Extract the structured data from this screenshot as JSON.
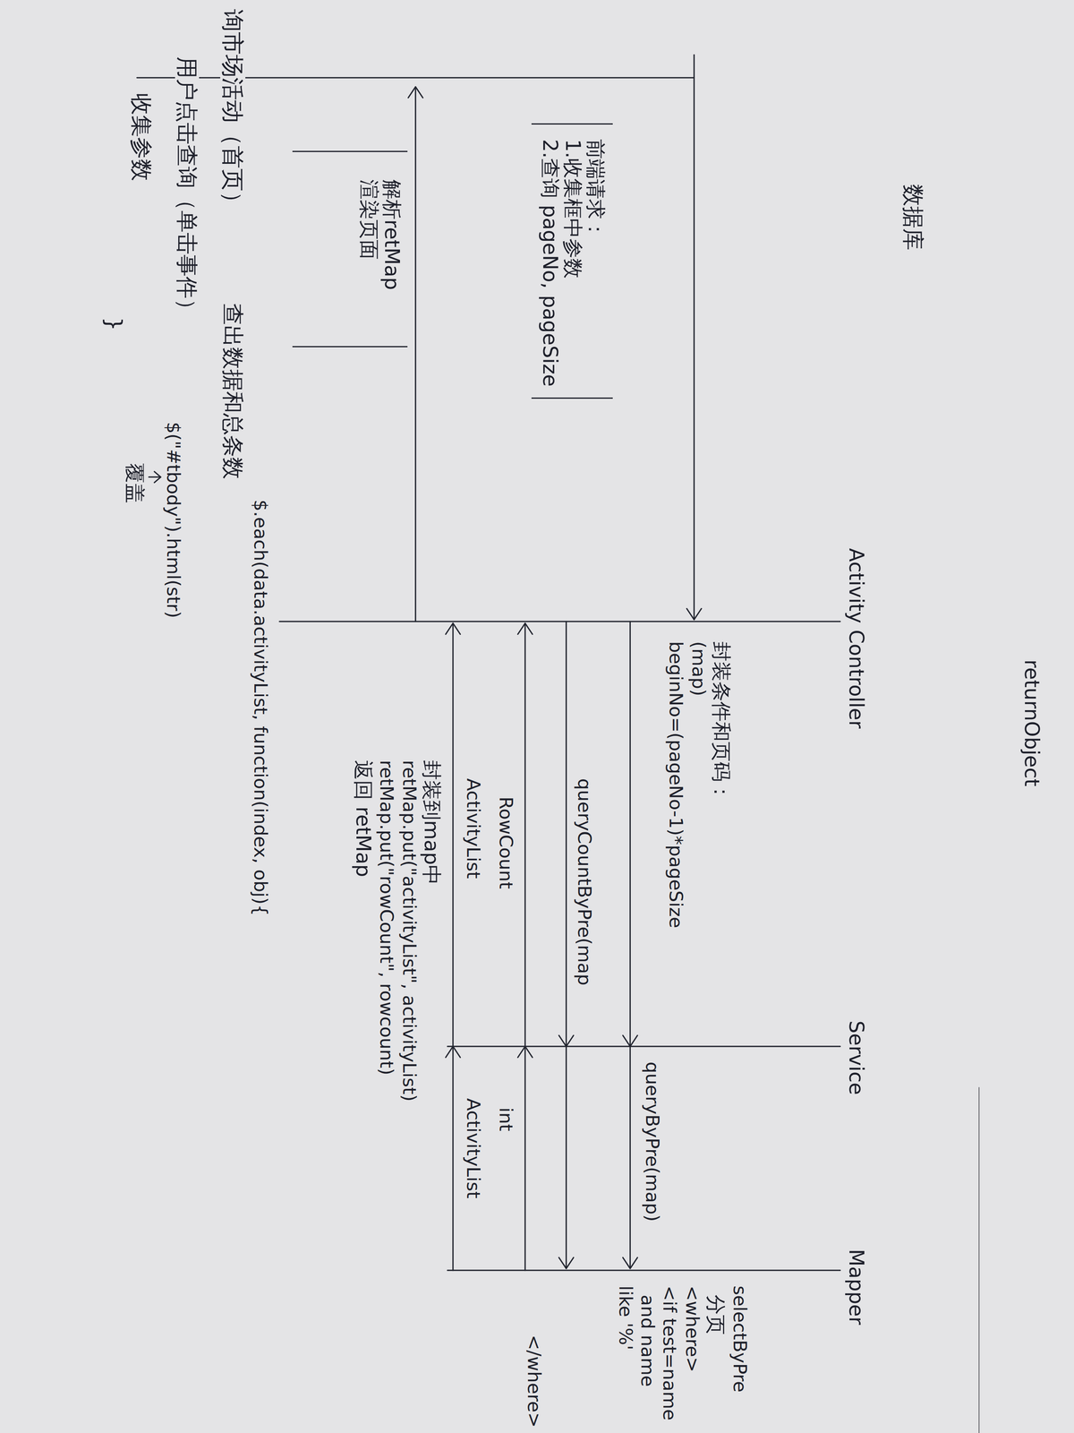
{
  "diagram": {
    "title": "询市场活动（首页）",
    "nodes": [
      {
        "text": [
          "前端请求：",
          "1.收集框中参数",
          "2.查询 pageNo, pageSize"
        ]
      },
      {
        "text": [
          "解析retMap",
          "渲染页面"
        ]
      }
    ],
    "labels": [
      "查出数据和总条数",
      "用户点击查询（单击事件）",
      "收集参数",
      "数据库",
      "returnObject",
      "Activity Controller",
      "Service",
      "Mapper",
      "封装条件和页码：",
      "(map)",
      "beginNo=(pageNo-1)*pageSize",
      "queryByPre(map)",
      "queryCountByPre(map",
      "RowCount",
      "int",
      "ActivityList",
      "ActivityList",
      "封装到map中",
      "retMap.put(\"activityList\", activityList)",
      "retMap.put(\"rowCount\", rowcount)",
      "返回 retMap",
      "selectByPre",
      "分页",
      "<where>",
      "<if test=name",
      "and name",
      "like '%'",
      "</where>",
      "$.each(data.activityList, function(index, obj){",
      "$(\"#tbody\").html(str)",
      "覆盖",
      "}"
    ]
  }
}
